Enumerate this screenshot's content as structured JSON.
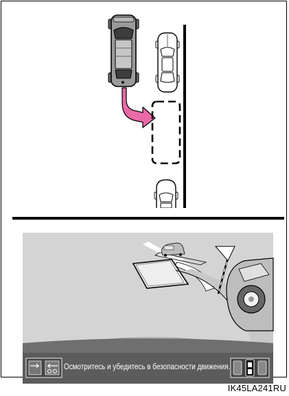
{
  "diagram": {
    "top_scene": {
      "vehicle": "suv-top-view",
      "parked_cars": [
        "sedan-top-view",
        "sedan-top-view"
      ],
      "path_arrow_color": "#e96aa6",
      "target_space": "dashed-parking-space",
      "curb": "solid-line"
    },
    "camera_view": {
      "screen_bg": "#d4d4d4",
      "bottom_bar_bg": "#707070",
      "message": "Осмотритесь и убедитесь в безопасности движения.",
      "left_icon": "camera-switch-icon",
      "right_icon": "sensor-indicator-icon",
      "flag_color": "#ffffff"
    },
    "image_id": "IK45LA241RU"
  }
}
